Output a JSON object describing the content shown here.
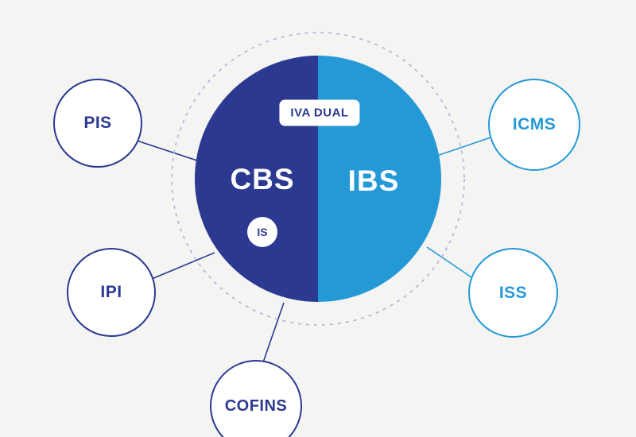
{
  "diagram": {
    "center": {
      "left_label": "CBS",
      "right_label": "IBS",
      "top_badge": "IVA DUAL",
      "bottom_badge": "IS"
    },
    "satellites": [
      {
        "label": "PIS",
        "side": "left"
      },
      {
        "label": "IPI",
        "side": "left"
      },
      {
        "label": "COFINS",
        "side": "left"
      },
      {
        "label": "ICMS",
        "side": "right"
      },
      {
        "label": "ISS",
        "side": "right"
      }
    ],
    "colors": {
      "dark_blue": "#2b3990",
      "light_blue": "#2499d6",
      "background": "#f4f4f3",
      "dashed_ring": "#aab3d2",
      "white": "#ffffff"
    }
  }
}
